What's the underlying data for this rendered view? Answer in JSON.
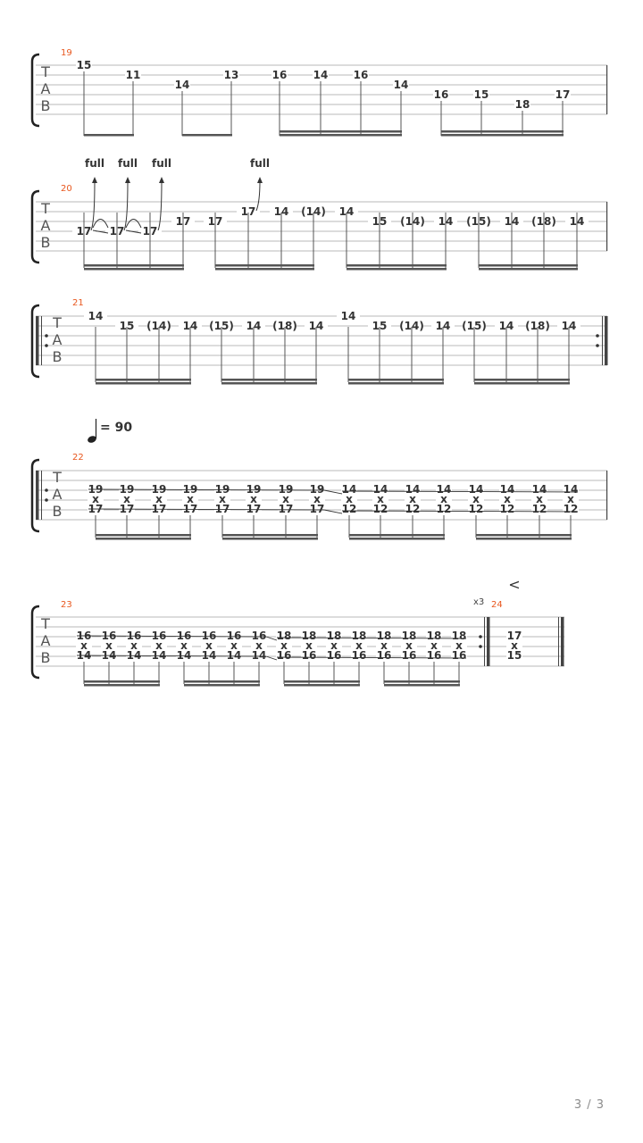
{
  "page_number": "3 / 3",
  "tab_clef": [
    "T",
    "A",
    "B"
  ],
  "bend_label": "full",
  "tempo_value": "= 90",
  "repeat_count": "x3",
  "crescendo_mark": "<",
  "systems": [
    {
      "id": "s1",
      "measures": [
        "19"
      ],
      "notes": [
        {
          "text": "15",
          "string": 1,
          "beat": 1
        },
        {
          "text": "11",
          "string": 2,
          "beat": 2
        },
        {
          "text": "14",
          "string": 3,
          "beat": 3
        },
        {
          "text": "13",
          "string": 2,
          "beat": 4
        },
        {
          "text": "16",
          "string": 2,
          "beat": 5
        },
        {
          "text": "14",
          "string": 2,
          "beat": 6
        },
        {
          "text": "16",
          "string": 2,
          "beat": 7
        },
        {
          "text": "14",
          "string": 3,
          "beat": 8
        },
        {
          "text": "16",
          "string": 4,
          "beat": 9
        },
        {
          "text": "15",
          "string": 4,
          "beat": 10
        },
        {
          "text": "18",
          "string": 5,
          "beat": 11
        },
        {
          "text": "17",
          "string": 4,
          "beat": 12
        }
      ]
    },
    {
      "id": "s2",
      "measures": [
        "20"
      ],
      "notes": [
        {
          "text": "17",
          "string": 4,
          "beat": 1
        },
        {
          "text": "17",
          "string": 4,
          "beat": 2
        },
        {
          "text": "17",
          "string": 4,
          "beat": 3
        },
        {
          "text": "17",
          "string": 3,
          "beat": 4
        },
        {
          "text": "17",
          "string": 3,
          "beat": 5
        },
        {
          "text": "17",
          "string": 2,
          "beat": 6
        },
        {
          "text": "14",
          "string": 2,
          "beat": 7
        },
        {
          "text": "(14)",
          "string": 2,
          "beat": 8
        },
        {
          "text": "14",
          "string": 2,
          "beat": 9
        },
        {
          "text": "15",
          "string": 3,
          "beat": 10
        },
        {
          "text": "(14)",
          "string": 3,
          "beat": 11
        },
        {
          "text": "14",
          "string": 3,
          "beat": 12
        },
        {
          "text": "(15)",
          "string": 3,
          "beat": 13
        },
        {
          "text": "14",
          "string": 3,
          "beat": 14
        },
        {
          "text": "(18)",
          "string": 3,
          "beat": 15
        },
        {
          "text": "14",
          "string": 3,
          "beat": 16
        }
      ]
    },
    {
      "id": "s3",
      "measures": [
        "21"
      ],
      "notes": [
        {
          "text": "14",
          "string": 1,
          "beat": 1
        },
        {
          "text": "15",
          "string": 2,
          "beat": 2
        },
        {
          "text": "(14)",
          "string": 2,
          "beat": 3
        },
        {
          "text": "14",
          "string": 2,
          "beat": 4
        },
        {
          "text": "(15)",
          "string": 2,
          "beat": 5
        },
        {
          "text": "14",
          "string": 2,
          "beat": 6
        },
        {
          "text": "(18)",
          "string": 2,
          "beat": 7
        },
        {
          "text": "14",
          "string": 2,
          "beat": 8
        },
        {
          "text": "14",
          "string": 1,
          "beat": 9
        },
        {
          "text": "15",
          "string": 2,
          "beat": 10
        },
        {
          "text": "(14)",
          "string": 2,
          "beat": 11
        },
        {
          "text": "14",
          "string": 2,
          "beat": 12
        },
        {
          "text": "(15)",
          "string": 2,
          "beat": 13
        },
        {
          "text": "14",
          "string": 2,
          "beat": 14
        },
        {
          "text": "(18)",
          "string": 2,
          "beat": 15
        },
        {
          "text": "14",
          "string": 2,
          "beat": 16
        }
      ]
    },
    {
      "id": "s4",
      "measures": [
        "22"
      ],
      "chords": [
        [
          "19",
          "x",
          "17"
        ],
        [
          "19",
          "x",
          "17"
        ],
        [
          "19",
          "x",
          "17"
        ],
        [
          "19",
          "x",
          "17"
        ],
        [
          "19",
          "x",
          "17"
        ],
        [
          "19",
          "x",
          "17"
        ],
        [
          "19",
          "x",
          "17"
        ],
        [
          "19",
          "x",
          "17"
        ],
        [
          "14",
          "x",
          "12"
        ],
        [
          "14",
          "x",
          "12"
        ],
        [
          "14",
          "x",
          "12"
        ],
        [
          "14",
          "x",
          "12"
        ],
        [
          "14",
          "x",
          "12"
        ],
        [
          "14",
          "x",
          "12"
        ],
        [
          "14",
          "x",
          "12"
        ],
        [
          "14",
          "x",
          "12"
        ]
      ]
    },
    {
      "id": "s5",
      "measures": [
        "23",
        "24"
      ],
      "chords": [
        [
          "16",
          "x",
          "14"
        ],
        [
          "16",
          "x",
          "14"
        ],
        [
          "16",
          "x",
          "14"
        ],
        [
          "16",
          "x",
          "14"
        ],
        [
          "16",
          "x",
          "14"
        ],
        [
          "16",
          "x",
          "14"
        ],
        [
          "16",
          "x",
          "14"
        ],
        [
          "16",
          "x",
          "14"
        ],
        [
          "18",
          "x",
          "16"
        ],
        [
          "18",
          "x",
          "16"
        ],
        [
          "18",
          "x",
          "16"
        ],
        [
          "18",
          "x",
          "16"
        ],
        [
          "18",
          "x",
          "16"
        ],
        [
          "18",
          "x",
          "16"
        ],
        [
          "18",
          "x",
          "16"
        ],
        [
          "18",
          "x",
          "16"
        ]
      ],
      "end_chord": [
        "17",
        "x",
        "15"
      ]
    }
  ],
  "colors": {
    "measure_number": "#e8571e",
    "staff_line": "#b9b9b9",
    "note": "#333333",
    "bar": "#444444",
    "bracket": "#222222"
  }
}
